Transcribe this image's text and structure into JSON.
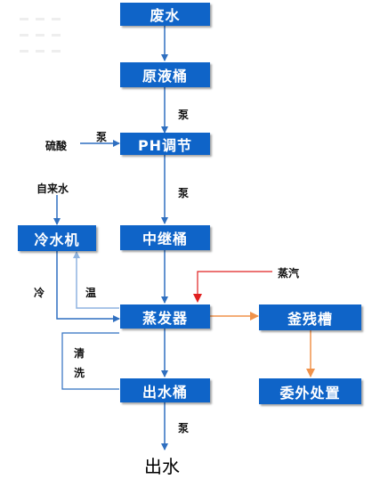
{
  "nodes": {
    "wastewater": "废水",
    "raw_tank": "原液桶",
    "ph_adjust": "PH调节",
    "relay_tank": "中继桶",
    "chiller": "冷水机",
    "evaporator": "蒸发器",
    "residue_tank": "釜残槽",
    "outsource": "委外处置",
    "outlet_tank": "出水桶"
  },
  "labels": {
    "pump_1": "泵",
    "pump_2": "泵",
    "pump_3": "泵",
    "pump_4": "泵",
    "sulfuric_acid": "硫酸",
    "tap_water": "自来水",
    "cold": "冷",
    "warm": "温",
    "steam": "蒸汽",
    "wash_1": "清",
    "wash_2": "洗",
    "output": "出水"
  },
  "colors": {
    "box": "#0f64c8",
    "arrow_main": "#2f6fc0",
    "arrow_return": "#8fb4e0",
    "arrow_steam": "#e02020",
    "arrow_residue": "#f0924a"
  }
}
